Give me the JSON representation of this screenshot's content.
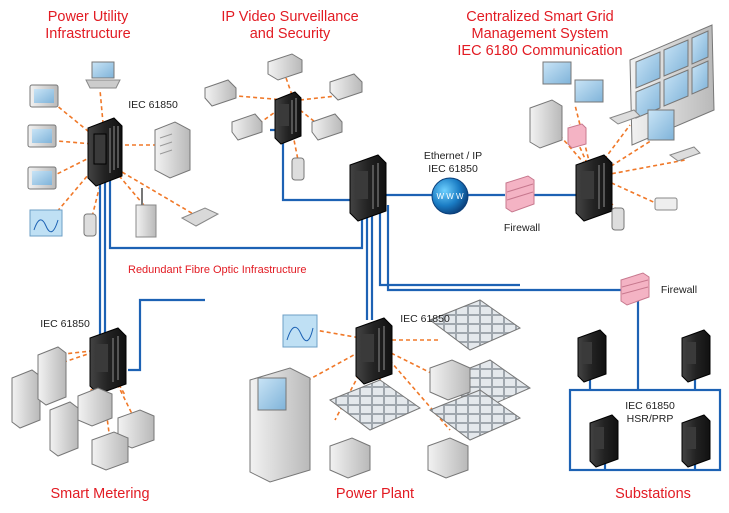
{
  "titles": {
    "power_utility": "Power Utility\nInfrastructure",
    "ip_video": "IP Video Surveillance\nand Security",
    "smart_grid": "Centralized Smart Grid\nManagement System\nIEC 6180 Communication",
    "smart_metering": "Smart Metering",
    "power_plant": "Power Plant",
    "substations": "Substations"
  },
  "labels": {
    "iec_utility": "IEC 61850",
    "ethernet_ip": "Ethernet / IP\nIEC 61850",
    "www": "W W W",
    "firewall_top": "Firewall",
    "firewall_mid": "Firewall",
    "redundant_fibre": "Redundant Fibre Optic Infrastructure",
    "iec_metering": "IEC 61850",
    "iec_plant": "IEC 61850",
    "iec_hsr": "IEC 61850\nHSR/PRP"
  },
  "colors": {
    "title_red": "#e21b23",
    "fibre_blue": "#1d62b4",
    "dash_orange": "#f07828",
    "switch_dark": "#1f1f1f",
    "firewall_pink": "#f4b3c4"
  }
}
